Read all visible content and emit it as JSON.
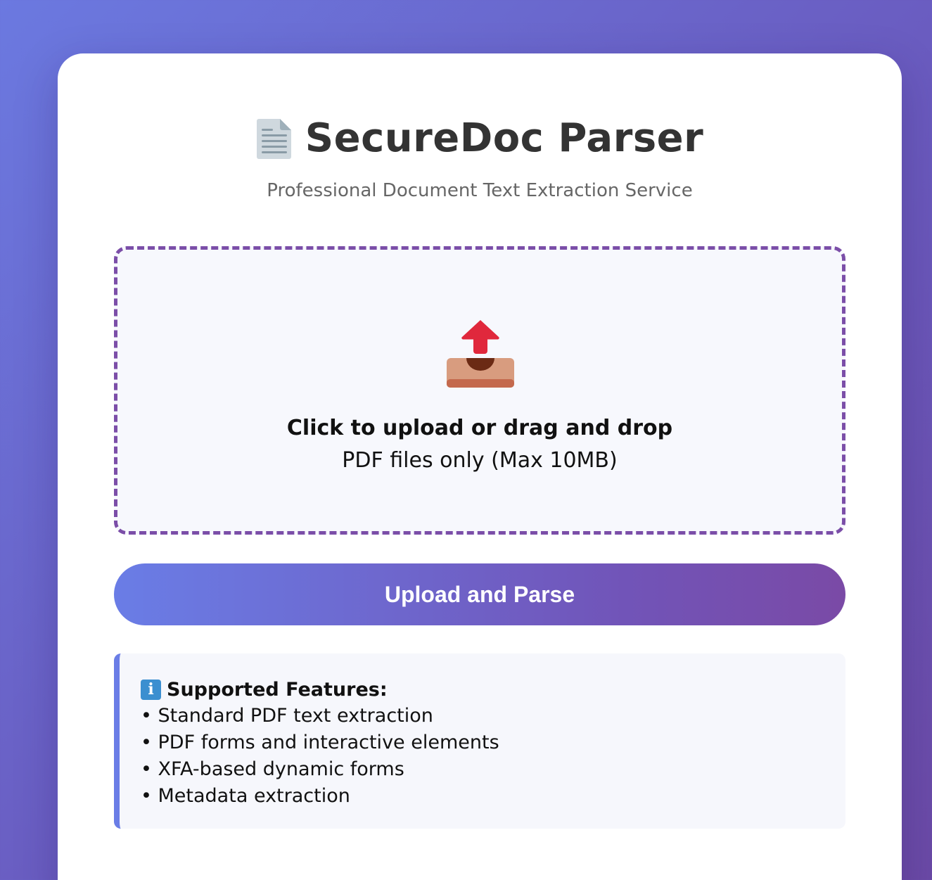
{
  "app": {
    "title": "SecureDoc Parser",
    "subtitle": "Professional Document Text Extraction Service",
    "title_icon": "document-icon"
  },
  "dropzone": {
    "icon": "inbox-upload-icon",
    "main_text": "Click to upload or drag and drop",
    "sub_text": "PDF files only (Max 10MB)"
  },
  "actions": {
    "upload_label": "Upload and Parse"
  },
  "features": {
    "icon": "info-icon",
    "icon_glyph": "i",
    "title": "Supported Features:",
    "items": [
      "• Standard PDF text extraction",
      "• PDF forms and interactive elements",
      "• XFA-based dynamic forms",
      "• Metadata extraction"
    ]
  },
  "colors": {
    "accent": "#6a7de6",
    "accent_dark": "#7a4aa6",
    "dropzone_border": "#7b4ea8",
    "info_icon": "#3b8fd0"
  }
}
